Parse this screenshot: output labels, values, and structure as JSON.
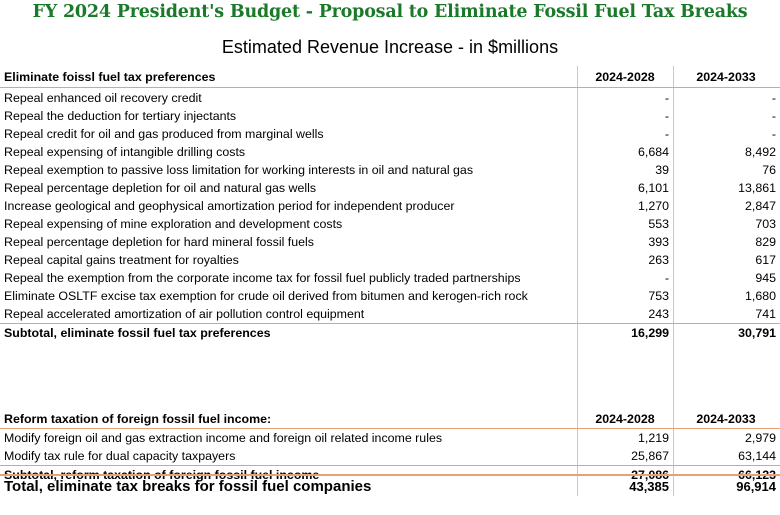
{
  "title": "FY 2024 President's Budget - Proposal to Eliminate Fossil Fuel Tax Breaks",
  "subtitle": "Estimated Revenue Increase - in $millions",
  "section1": {
    "header": {
      "label": "Eliminate foissl fuel tax preferences",
      "col1": "2024-2028",
      "col2": "2024-2033"
    },
    "rows": [
      {
        "label": "Repeal enhanced oil recovery credit",
        "v1": "-",
        "v2": "-"
      },
      {
        "label": "Repeal the deduction for tertiary injectants",
        "v1": "-",
        "v2": "-"
      },
      {
        "label": "Repeal credit for oil and gas produced from marginal wells",
        "v1": "-",
        "v2": "-"
      },
      {
        "label": "Repeal expensing of intangible drilling costs",
        "v1": "6,684",
        "v2": "8,492"
      },
      {
        "label": "Repeal exemption to passive loss limitation for working interests in oil and natural gas",
        "v1": "39",
        "v2": "76"
      },
      {
        "label": "Repeal percentage depletion for oil and natural gas wells",
        "v1": "6,101",
        "v2": "13,861"
      },
      {
        "label": "Increase geological and geophysical amortization period for independent producer",
        "v1": "1,270",
        "v2": "2,847"
      },
      {
        "label": "Repeal expensing of mine exploration and development costs",
        "v1": "553",
        "v2": "703"
      },
      {
        "label": "Repeal percentage depletion for hard mineral fossil fuels",
        "v1": "393",
        "v2": "829"
      },
      {
        "label": "Repeal capital gains treatment for royalties",
        "v1": "263",
        "v2": "617"
      },
      {
        "label": "Repeal the exemption from the corporate income tax for fossil fuel publicly traded partnerships",
        "v1": "-",
        "v2": "945"
      },
      {
        "label": "Eliminate OSLTF excise tax exemption for crude oil derived from bitumen and kerogen-rich rock",
        "v1": "753",
        "v2": "1,680"
      },
      {
        "label": "Repeal accelerated amortization of air pollution control equipment",
        "v1": "243",
        "v2": "741"
      }
    ],
    "subtotal": {
      "label": "Subtotal, eliminate fossil fuel tax preferences",
      "v1": "16,299",
      "v2": "30,791"
    }
  },
  "section2": {
    "header": {
      "label": "Reform taxation of foreign fossil fuel income:",
      "col1": "2024-2028",
      "col2": "2024-2033"
    },
    "rows": [
      {
        "label": "Modify foreign oil and gas extraction income and foreign oil related income rules",
        "v1": "1,219",
        "v2": "2,979"
      },
      {
        "label": "Modify tax rule for dual capacity taxpayers",
        "v1": "25,867",
        "v2": "63,144"
      }
    ],
    "subtotal": {
      "label": "Subtotal, reform taxation of foreign fossil fuel income",
      "v1": "27,086",
      "v2": "66,123"
    }
  },
  "total": {
    "label": "Total, eliminate tax breaks for fossil fuel companies",
    "v1": "43,385",
    "v2": "96,914"
  },
  "colors": {
    "title": "#1b7a2a",
    "rule": "#e8a074"
  }
}
